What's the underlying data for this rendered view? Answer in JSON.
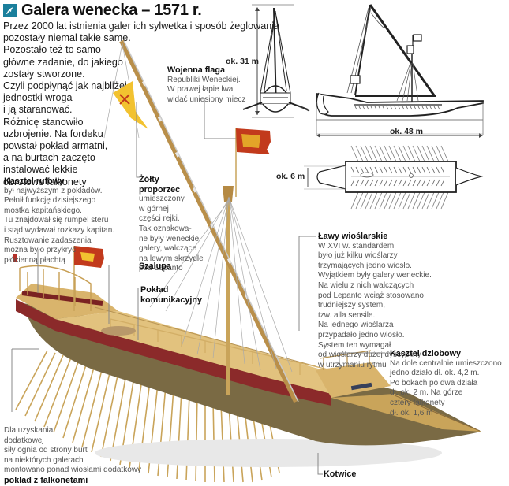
{
  "header": {
    "logo_icon": "dolphin-logo-icon",
    "title": "Galera wenecka – 1571 r."
  },
  "intro": {
    "lines": [
      "Przez 2000 lat istnienia galer ich sylwetka i sposób żeglowania",
      "pozostały niemal takie same.",
      "Pozostało też to samo",
      "główne zadanie, do jakiego",
      "zostały stworzone.",
      "Czyli podpłynąć jak najbliżej",
      "jednostki wroga",
      "i ją staranować.",
      "Różnicę stanowiło",
      "uzbrojenie. Na fordeku",
      "powstał pokład armatni,",
      "a na burtach zaczęto",
      "instalować lekkie",
      "obrotowe falkonety"
    ]
  },
  "dimensions": {
    "height": "ok. 31 m",
    "length": "ok. 48 m",
    "width": "ok. 6 m"
  },
  "labels": {
    "wojenna_flaga": {
      "title": "Wojenna flaga",
      "lines": [
        "Republiki Weneckiej.",
        "W prawej łapie lwa",
        "widać uniesiony miecz"
      ]
    },
    "kasztel_rufowy": {
      "title": "Kasztel rufowy",
      "lines": [
        "był najwyższym z pokładów.",
        "Pełnił funkcję dzisiejszego",
        "mostka kapitańskiego.",
        "Tu znajdował się rumpel steru",
        "i stąd wydawał rozkazy kapitan.",
        "Rusztowanie zadaszenia",
        "można było przykryć",
        "płócienną płachtą"
      ]
    },
    "zolty_proporzec": {
      "title_1": "Żółty",
      "title_2": "proporzec",
      "lines": [
        "umieszczony",
        "w górnej",
        "części rejki.",
        "Tak oznakowa-",
        "ne były weneckie",
        "galery, walczące",
        "na lewym skrzydle",
        "pod Lepanto"
      ]
    },
    "szalupa": {
      "title": "Szalupa"
    },
    "poklad_komunikacyjny": {
      "title_1": "Pokład",
      "title_2": "komunikacyjny"
    },
    "lawy_wioslarskie": {
      "title": "Ławy wioślarskie",
      "lines": [
        "W XVI w. standardem",
        "było już kilku wioślarzy",
        "trzymających jedno wiosło.",
        "Wyjątkiem były galery weneckie.",
        "Na wielu z nich walczących",
        "pod Lepanto wciąż stosowano",
        "trudniejszy system,",
        "tzw. alla sensile.",
        "Na jednego wioślarza",
        "przypadało jedno wiosło.",
        "System ten wymagał",
        "od wioślarzy dużej dyscypliny",
        "w utrzymaniu rytmu"
      ]
    },
    "kasztel_dziobowy": {
      "title": "Kasztel dziobowy",
      "lines": [
        "Na dole centralnie umieszczono",
        "jedno działo dł. ok. 4,2 m.",
        "Po bokach po dwa działa",
        "dł. ok. 2 m. Na górze",
        "cztery falkonety",
        "dł. ok. 1,6 m"
      ]
    },
    "poklad_falkonety": {
      "lines": [
        "Dla uzyskania",
        "dodatkowej",
        "siły ognia od strony burt",
        "na niektórych galerach",
        "montowano ponad wiosłami dodatkowy"
      ],
      "title": "pokład z falkonetami"
    },
    "kotwice": {
      "title": "Kotwice"
    }
  },
  "colors": {
    "logo": "#1a7f9c",
    "hull_red": "#8b2a2a",
    "wood": "#d8b46a",
    "wood_dark": "#8a6a3a",
    "flag_red": "#c23a1c",
    "flag_yellow": "#f2c230"
  }
}
